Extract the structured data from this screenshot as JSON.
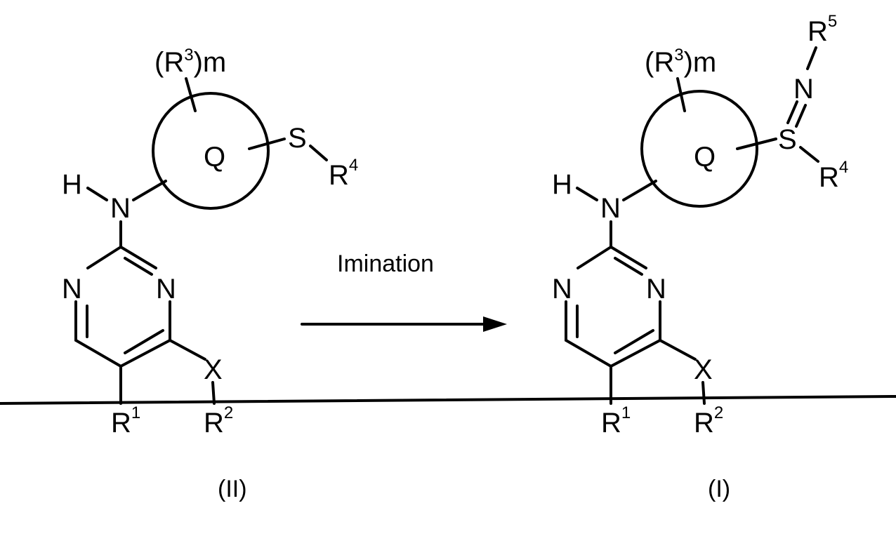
{
  "reaction": {
    "condition": "Imination",
    "reactant": {
      "label": "(II)",
      "ring_label": "Q",
      "substituent_r3": "(R",
      "substituent_r3_sup": "3",
      "substituent_r3_tail": ")m",
      "h": "H",
      "nh_n": "N",
      "pyr_n1": "N",
      "pyr_n2": "N",
      "s": "S",
      "r4": "R",
      "r4_sup": "4",
      "x": "X",
      "r1": "R",
      "r1_sup": "1",
      "r2": "R",
      "r2_sup": "2"
    },
    "product": {
      "label": "(I)",
      "ring_label": "Q",
      "substituent_r3": "(R",
      "substituent_r3_sup": "3",
      "substituent_r3_tail": ")m",
      "h": "H",
      "nh_n": "N",
      "pyr_n1": "N",
      "pyr_n2": "N",
      "s": "S",
      "imine_n": "N",
      "r5": "R",
      "r5_sup": "5",
      "r4": "R",
      "r4_sup": "4",
      "x": "X",
      "r1": "R",
      "r1_sup": "1",
      "r2": "R",
      "r2_sup": "2"
    }
  }
}
